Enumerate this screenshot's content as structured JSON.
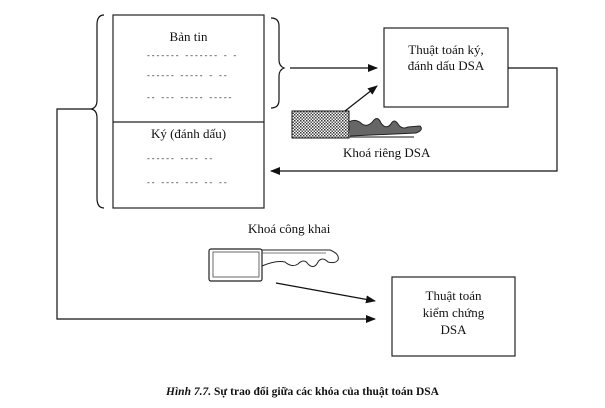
{
  "message_box": {
    "top_title": "Bản tin",
    "top_lines": [
      "------- ------- - -",
      "------  ----- - --",
      "-- --- ----- -----"
    ],
    "bottom_title": "Ký (đánh dấu)",
    "bottom_lines": [
      "------  ----  --",
      "-- ----  --- -- --"
    ]
  },
  "sign_box": {
    "line1": "Thuật toán ký,",
    "line2": "đánh dấu DSA"
  },
  "private_key": {
    "label": "Khoá riêng DSA"
  },
  "public_key": {
    "label": "Khoá công khai"
  },
  "verify_box": {
    "line1": "Thuật toán",
    "line2": "kiểm chứng",
    "line3": "DSA"
  },
  "caption": {
    "prefix": "Hình 7.7.",
    "text": " Sự trao đổi giữa các khóa của thuật toán DSA"
  }
}
